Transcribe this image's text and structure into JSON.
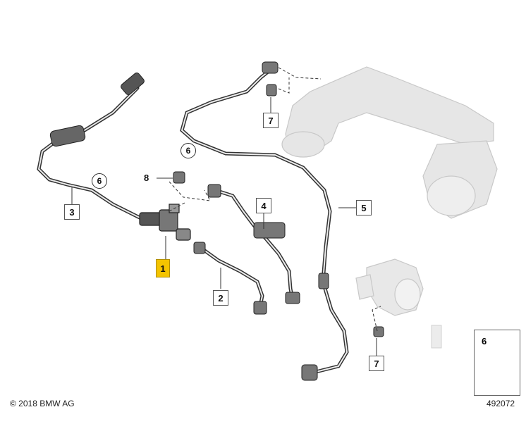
{
  "callouts": {
    "part_1": "1",
    "part_2": "2",
    "part_3": "3",
    "part_4": "4",
    "part_5": "5",
    "part_7_top": "7",
    "part_7_bottom": "7",
    "part_8": "8"
  },
  "circled": {
    "part_6_left": "6",
    "part_6_mid": "6"
  },
  "legend": {
    "number": "6"
  },
  "footer": {
    "copyright": "© 2018 BMW AG",
    "diagram_number": "492072"
  },
  "colors": {
    "highlight": "#f4c400",
    "hose": "#333333",
    "ghost_part": "#d9d9d9"
  }
}
